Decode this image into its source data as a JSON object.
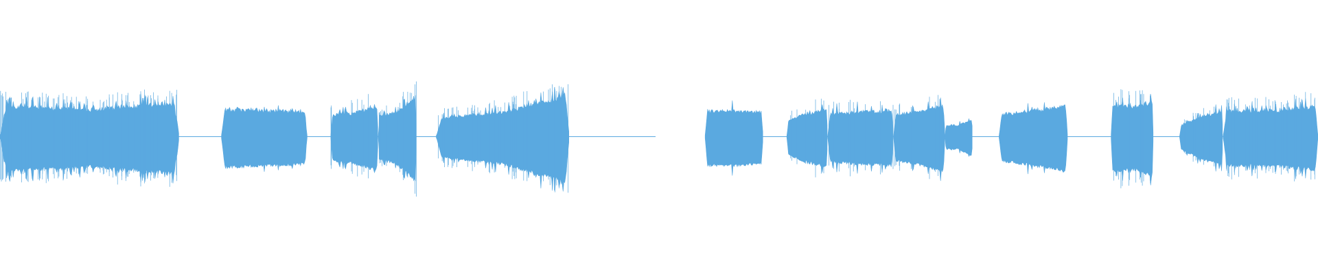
{
  "waveform": {
    "color": "#5aa9e0",
    "background": "#ffffff",
    "time_range": [
      0,
      1
    ],
    "regions": [
      {
        "kind": "sound",
        "start": 0.0,
        "end": 0.136,
        "attack": 0.7,
        "body": 0.6,
        "release": 0.75,
        "spiky": 0.9
      },
      {
        "kind": "silence",
        "start": 0.136,
        "end": 0.168
      },
      {
        "kind": "sound",
        "start": 0.168,
        "end": 0.233,
        "attack": 0.62,
        "body": 0.58,
        "release": 0.55,
        "spiky": 0.25
      },
      {
        "kind": "silence",
        "start": 0.233,
        "end": 0.251
      },
      {
        "kind": "sound",
        "start": 0.251,
        "end": 0.287,
        "attack": 0.48,
        "body": 0.55,
        "release": 0.68,
        "spiky": 0.35
      },
      {
        "kind": "sound",
        "start": 0.287,
        "end": 0.316,
        "attack": 0.45,
        "body": 0.55,
        "release": 0.9,
        "spiky": 0.8
      },
      {
        "kind": "silence",
        "start": 0.316,
        "end": 0.331
      },
      {
        "kind": "sound",
        "start": 0.331,
        "end": 0.432,
        "attack": 0.4,
        "body": 0.55,
        "release": 0.92,
        "spiky": 0.7
      },
      {
        "kind": "silence",
        "start": 0.432,
        "end": 0.497
      },
      {
        "kind": "gap",
        "start": 0.497,
        "end": 0.535
      },
      {
        "kind": "sound",
        "start": 0.535,
        "end": 0.579,
        "attack": 0.58,
        "body": 0.58,
        "release": 0.55,
        "spiky": 0.15
      },
      {
        "kind": "silence",
        "start": 0.579,
        "end": 0.597
      },
      {
        "kind": "sound",
        "start": 0.597,
        "end": 0.628,
        "attack": 0.35,
        "body": 0.52,
        "release": 0.62,
        "spiky": 0.4
      },
      {
        "kind": "sound",
        "start": 0.628,
        "end": 0.678,
        "attack": 0.5,
        "body": 0.55,
        "release": 0.58,
        "spiky": 0.35
      },
      {
        "kind": "sound",
        "start": 0.678,
        "end": 0.717,
        "attack": 0.48,
        "body": 0.56,
        "release": 0.7,
        "spiky": 0.4
      },
      {
        "kind": "sound",
        "start": 0.717,
        "end": 0.738,
        "attack": 0.25,
        "body": 0.25,
        "release": 0.4,
        "spiky": 0.3
      },
      {
        "kind": "silence",
        "start": 0.738,
        "end": 0.758
      },
      {
        "kind": "sound",
        "start": 0.758,
        "end": 0.81,
        "attack": 0.48,
        "body": 0.58,
        "release": 0.68,
        "spiky": 0.3
      },
      {
        "kind": "silence",
        "start": 0.81,
        "end": 0.843
      },
      {
        "kind": "sound",
        "start": 0.843,
        "end": 0.875,
        "attack": 0.72,
        "body": 0.65,
        "release": 0.78,
        "spiky": 0.9
      },
      {
        "kind": "silence",
        "start": 0.875,
        "end": 0.895
      },
      {
        "kind": "sound",
        "start": 0.895,
        "end": 0.928,
        "attack": 0.25,
        "body": 0.45,
        "release": 0.58,
        "spiky": 0.5
      },
      {
        "kind": "sound",
        "start": 0.928,
        "end": 1.0,
        "attack": 0.58,
        "body": 0.58,
        "release": 0.68,
        "spiky": 0.8
      }
    ]
  }
}
